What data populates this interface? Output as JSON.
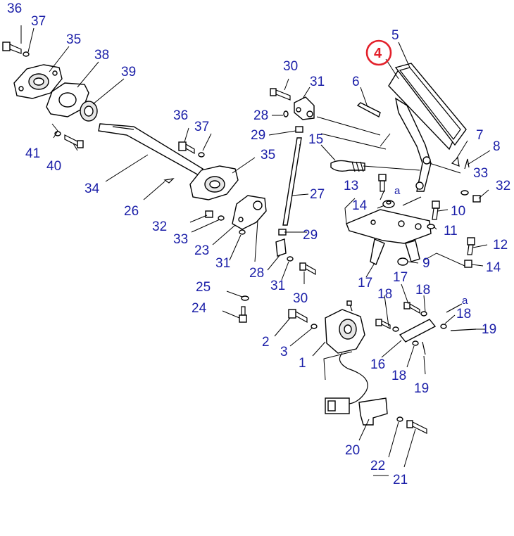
{
  "diagram": {
    "highlight_color": "#e3202a",
    "label_color": "#1b1fa8",
    "highlighted_label": "4",
    "labels": {
      "l36a": "36",
      "l37a": "37",
      "l35a": "35",
      "l38": "38",
      "l39": "39",
      "l41": "41",
      "l40": "40",
      "l34": "34",
      "l36b": "36",
      "l37b": "37",
      "l35b": "35",
      "l26": "26",
      "l30a": "30",
      "l31a": "31",
      "l28a": "28",
      "l29a": "29",
      "l15": "15",
      "l27": "27",
      "l4": "4",
      "l5": "5",
      "l6": "6",
      "l7": "7",
      "l8": "8",
      "l33a": "33",
      "l32a": "32",
      "l13": "13",
      "la1": "a",
      "l14a": "14",
      "l10": "10",
      "l11": "11",
      "l12": "12",
      "l14b": "14",
      "l9": "9",
      "l32b": "32",
      "l33b": "33",
      "l23": "23",
      "l31b": "31",
      "l29b": "29",
      "l28b": "28",
      "l31c": "31",
      "l30b": "30",
      "l25": "25",
      "l24": "24",
      "l17a": "17",
      "l17b": "17",
      "l18a": "18",
      "l18b": "18",
      "la2": "a",
      "l18c": "18",
      "l19a": "19",
      "l2": "2",
      "l3": "3",
      "l1": "1",
      "l16": "16",
      "l18d": "18",
      "l19b": "19",
      "l20": "20",
      "l22": "22",
      "l21": "21"
    }
  }
}
